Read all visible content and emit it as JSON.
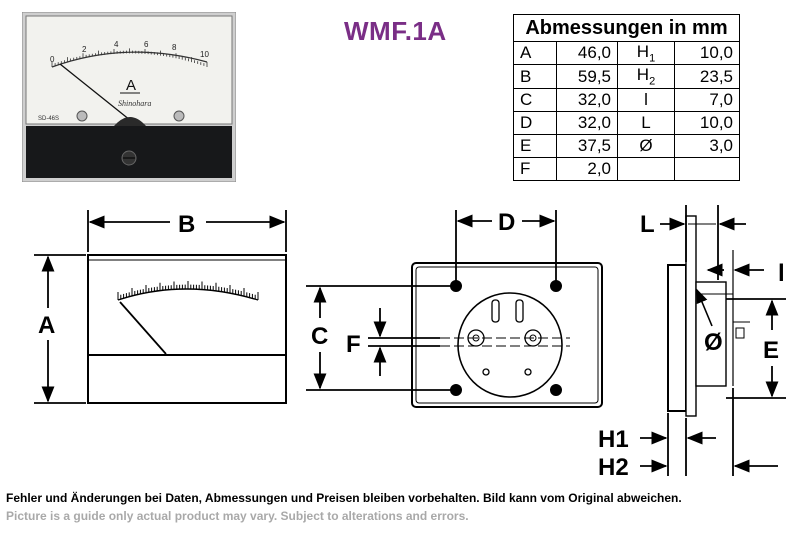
{
  "product": {
    "title": "WMF.1A",
    "photo": {
      "scale_labels": [
        "0",
        "2",
        "4",
        "6",
        "8",
        "10"
      ],
      "unit_label": "A",
      "brand_text": "Shinohara",
      "model_text": "SD-46S"
    }
  },
  "dimension_table": {
    "header": "Abmessungen in mm",
    "rows": [
      {
        "left_label": "A",
        "left_value": "46,0",
        "right_label": "H",
        "right_sub": "1",
        "right_value": "10,0"
      },
      {
        "left_label": "B",
        "left_value": "59,5",
        "right_label": "H",
        "right_sub": "2",
        "right_value": "23,5"
      },
      {
        "left_label": "C",
        "left_value": "32,0",
        "right_label": "l",
        "right_sub": "",
        "right_value": "7,0"
      },
      {
        "left_label": "D",
        "left_value": "32,0",
        "right_label": "L",
        "right_sub": "",
        "right_value": "10,0"
      },
      {
        "left_label": "E",
        "left_value": "37,5",
        "right_label": "Ø",
        "right_sub": "",
        "right_value": "3,0"
      },
      {
        "left_label": "F",
        "left_value": "2,0",
        "right_label": "",
        "right_sub": "",
        "right_value": ""
      }
    ]
  },
  "drawing": {
    "front_labels": {
      "width": "B",
      "height": "A"
    },
    "back_labels": {
      "hole_spacing_h": "D",
      "hole_spacing_v": "C",
      "stud_spacing": "F"
    },
    "side_labels": {
      "L": "L",
      "l": "l",
      "dia": "Ø",
      "E": "E",
      "H1": "H1",
      "H2": "H2"
    }
  },
  "footer": {
    "disclaimer_de": "Fehler und Änderungen bei Daten, Abmessungen und Preisen bleiben vorbehalten. Bild kann vom Original abweichen.",
    "disclaimer_en": "Picture is a guide only actual product may vary. Subject to alterations and errors."
  }
}
